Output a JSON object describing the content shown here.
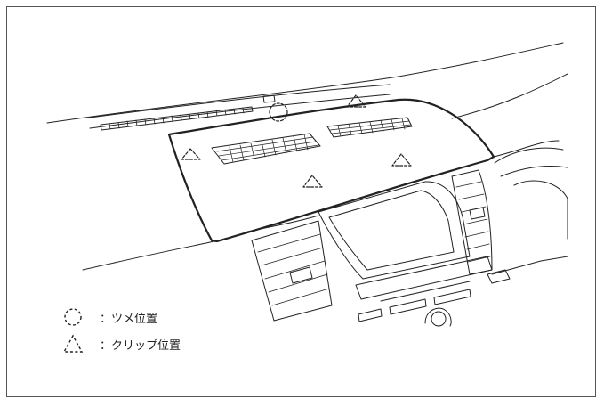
{
  "legend": {
    "items": [
      {
        "symbol": "dashed-circle",
        "label": "：ツメ位置"
      },
      {
        "symbol": "dashed-triangle",
        "label": "：クリップ位置"
      }
    ]
  },
  "colors": {
    "line": "#222222",
    "frame": "#555555",
    "background": "#ffffff"
  }
}
